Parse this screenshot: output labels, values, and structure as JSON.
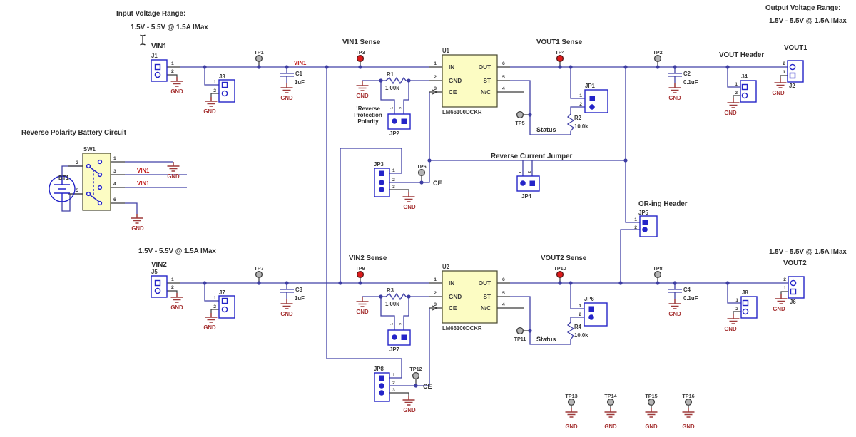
{
  "titles": {
    "input_range": "Input Voltage Range:",
    "output_range": "Output Voltage Range:",
    "spec": "1.5V - 5.5V @ 1.5A IMax",
    "reverse_polarity": "Reverse Polarity Battery Circuit",
    "vin1_sense": "VIN1 Sense",
    "vout1_sense": "VOUT1 Sense",
    "vin2_sense": "VIN2 Sense",
    "vout2_sense": "VOUT2 Sense",
    "reverse_current": "Reverse Current Jumper",
    "oring": "OR-ing Header",
    "vout_header": "VOUT Header",
    "rp1": "!Reverse",
    "rp2": "Protection",
    "rp3": "Polarity",
    "status": "Status",
    "ce": "CE"
  },
  "nets": {
    "vin1": "VIN1",
    "vin2": "VIN2",
    "vout1": "VOUT1",
    "vout2": "VOUT2",
    "gnd": "GND"
  },
  "parts": {
    "u1": "U1",
    "u2": "U2",
    "mpn": "LM66100DCKR",
    "sw1": "SW1",
    "bt1": "BT1",
    "j1": "J1",
    "j2": "J2",
    "j3": "J3",
    "j4": "J4",
    "j5": "J5",
    "j6": "J6",
    "j7": "J7",
    "j8": "J8",
    "jp1": "JP1",
    "jp2": "JP2",
    "jp3": "JP3",
    "jp4": "JP4",
    "jp5": "JP5",
    "jp6": "JP6",
    "jp7": "JP7",
    "jp8": "JP8",
    "c1": "C1",
    "c2": "C2",
    "c3": "C3",
    "c4": "C4",
    "r1": "R1",
    "r2": "R2",
    "r3": "R3",
    "r4": "R4"
  },
  "values": {
    "c1": "1uF",
    "c2": "0.1uF",
    "c3": "1uF",
    "c4": "0.1uF",
    "r1": "1.00k",
    "r2": "10.0k",
    "r3": "1.00k",
    "r4": "10.0k"
  },
  "tp": {
    "tp1": "TP1",
    "tp2": "TP2",
    "tp3": "TP3",
    "tp4": "TP4",
    "tp5": "TP5",
    "tp6": "TP6",
    "tp7": "TP7",
    "tp8": "TP8",
    "tp9": "TP9",
    "tp10": "TP10",
    "tp11": "TP11",
    "tp12": "TP12",
    "tp13": "TP13",
    "tp14": "TP14",
    "tp15": "TP15",
    "tp16": "TP16"
  },
  "pins": {
    "n1": "1",
    "n2": "2",
    "n3": "3",
    "n4": "4",
    "n5": "5",
    "n6": "6",
    "in": "IN",
    "gnd": "GND",
    "ce": "CE",
    "out": "OUT",
    "st": "ST",
    "nc": "N/C"
  },
  "colors": {
    "wire": "#4141A6",
    "component": "#2424C8",
    "ground": "#9E3A3A",
    "net_label": "#C01818",
    "ic_fill": "#FCFCC3",
    "tp_red": "#DD1A1A",
    "tp_gray": "#B3B3B3"
  }
}
